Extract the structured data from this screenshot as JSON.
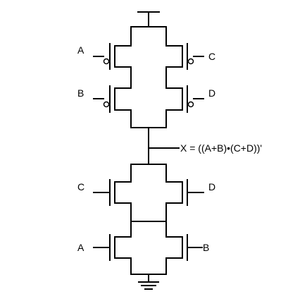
{
  "diagram": {
    "type": "CMOS logic gate schematic",
    "inputs": {
      "pmos_left_top": "A",
      "pmos_right_top": "C",
      "pmos_left_bottom": "B",
      "pmos_right_bottom": "D",
      "nmos_left_top": "C",
      "nmos_right_top": "D",
      "nmos_left_bottom": "A",
      "nmos_right_bottom": "B"
    },
    "output_label": "X = ((A+B)•(C+D))'",
    "supply": "vdd-bar-icon",
    "ground": "ground-icon"
  }
}
